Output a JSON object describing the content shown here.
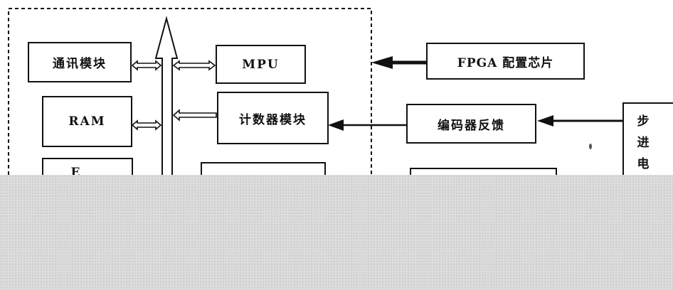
{
  "diagram": {
    "comm_module": "通讯模块",
    "mpu": "MPU",
    "fpga_config": "FPGA 配置芯片",
    "ram": "RAM",
    "counter_module": "计数器模块",
    "encoder_feedback": "编码器反馈",
    "stepper_motor_chars": [
      "步",
      "进",
      "电"
    ],
    "partial_box_char": "E"
  },
  "colors": {
    "line": "#111111",
    "background": "#ffffff",
    "occluder": "#dcdcdc"
  }
}
